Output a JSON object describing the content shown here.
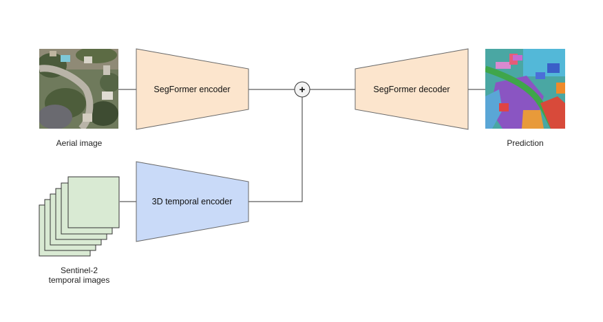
{
  "inputs": {
    "aerial": {
      "caption": "Aerial image"
    },
    "sentinel": {
      "caption_line1": "Sentinel-2",
      "caption_line2": "temporal images",
      "stack_color": "#d9ead3"
    }
  },
  "blocks": {
    "segformer_encoder": {
      "label": "SegFormer encoder",
      "color": "#fce5cd"
    },
    "segformer_decoder": {
      "label": "SegFormer decoder",
      "color": "#fce5cd"
    },
    "temporal_encoder": {
      "label": "3D temporal encoder",
      "color": "#c9daf8"
    }
  },
  "fusion": {
    "symbol": "+"
  },
  "output": {
    "caption": "Prediction"
  },
  "icons": {
    "aerial": "aerial-photo",
    "prediction": "segmentation-map",
    "fusion": "plus-circle"
  }
}
